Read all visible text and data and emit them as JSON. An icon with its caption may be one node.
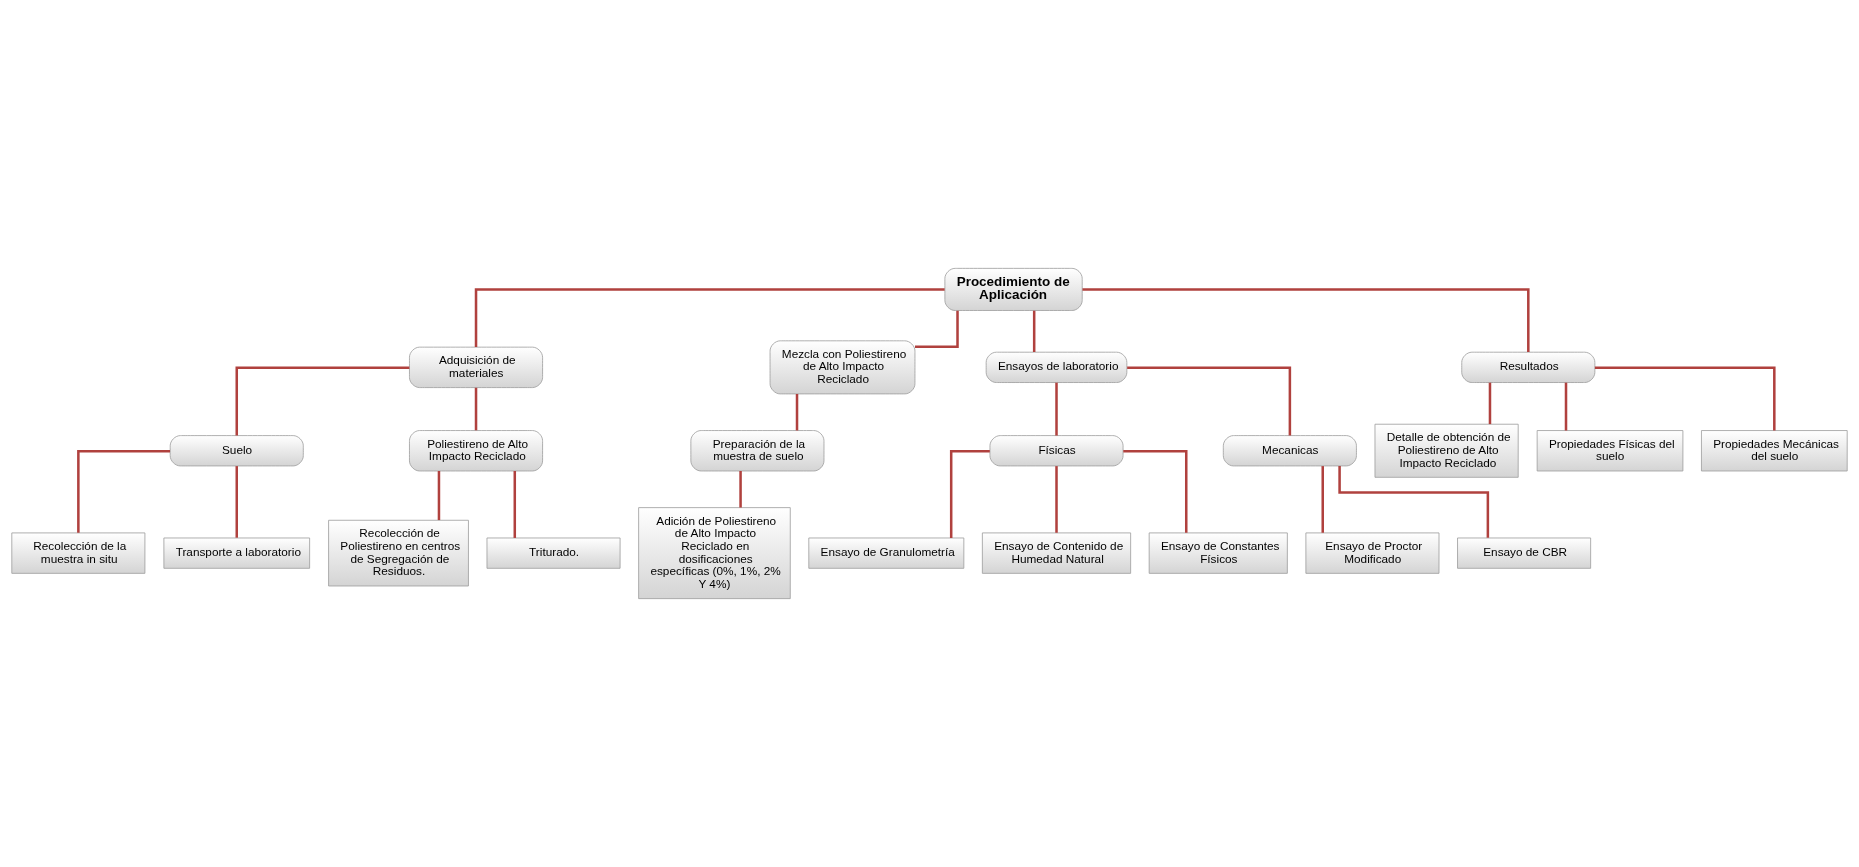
{
  "diagram": {
    "nodes": [
      {
        "text": [
          "Procedimiento de Aplicación"
        ]
      },
      {
        "text": [
          "Adquisición de materiales"
        ]
      },
      {
        "text": [
          "Mezcla con Poliestireno de Alto Impacto Reciclado"
        ]
      },
      {
        "text": [
          "Ensayos de laboratorio"
        ]
      },
      {
        "text": [
          "Resultados"
        ]
      },
      {
        "text": [
          "Suelo"
        ]
      },
      {
        "text": [
          "Poliestireno de Alto Impacto Reciclado"
        ]
      },
      {
        "text": [
          "Recolección de la muestra in situ"
        ]
      },
      {
        "text": [
          "Transporte a laboratorio"
        ]
      },
      {
        "text": [
          "Recolección de Poliestireno en centros de Segregación de Residuos."
        ]
      },
      {
        "text": [
          "Triturado."
        ]
      },
      {
        "text": [
          "Preparación de la muestra de suelo"
        ]
      },
      {
        "text": [
          "Adición de Poliestireno de Alto Impacto Reciclado en dosificaciones específicas (0%, 1%, 2% Y 4%)"
        ]
      },
      {
        "text": [
          "Físicas"
        ]
      },
      {
        "text": [
          "Mecanicas"
        ]
      },
      {
        "text": [
          "Ensayo de Granulometría"
        ]
      },
      {
        "text": [
          "Ensayo de Contenido de Humedad Natural"
        ]
      },
      {
        "text": [
          "Ensayo de Constantes Físicos"
        ]
      },
      {
        "text": [
          "Ensayo de Proctor Modificado"
        ]
      },
      {
        "text": [
          "Ensayo de CBR"
        ]
      },
      {
        "text": [
          "Detalle de obtención de Poliestireno de Alto Impacto Reciclado"
        ]
      },
      {
        "text": [
          "Propiedades Físicas del suelo"
        ]
      },
      {
        "text": [
          "Propiedades Mecánicas del suelo"
        ]
      }
    ],
    "edges": [
      {
        "from": 0,
        "to": 1,
        "arrow": "none"
      },
      {
        "from": 0,
        "to": 2,
        "arrow": "none"
      },
      {
        "from": 0,
        "to": 3,
        "arrow": "none"
      },
      {
        "from": 0,
        "to": 4,
        "arrow": "none"
      },
      {
        "from": 1,
        "to": 5,
        "arrow": "none"
      },
      {
        "from": 1,
        "to": 6,
        "arrow": "none"
      },
      {
        "from": 5,
        "to": 7,
        "arrow": "none"
      },
      {
        "from": 5,
        "to": 8,
        "arrow": "none"
      },
      {
        "from": 6,
        "to": 9,
        "arrow": "none"
      },
      {
        "from": 6,
        "to": 10,
        "arrow": "none"
      },
      {
        "from": 2,
        "to": 11,
        "arrow": "none"
      },
      {
        "from": 11,
        "to": 12,
        "arrow": "none"
      },
      {
        "from": 3,
        "to": 13,
        "arrow": "none"
      },
      {
        "from": 3,
        "to": 14,
        "arrow": "none"
      },
      {
        "from": 13,
        "to": 15,
        "arrow": "none"
      },
      {
        "from": 13,
        "to": 16,
        "arrow": "none"
      },
      {
        "from": 13,
        "to": 17,
        "arrow": "none"
      },
      {
        "from": 14,
        "to": 18,
        "arrow": "none"
      },
      {
        "from": 14,
        "to": 19,
        "arrow": "none"
      },
      {
        "from": 4,
        "to": 20,
        "arrow": "none"
      },
      {
        "from": 4,
        "to": 21,
        "arrow": "none"
      },
      {
        "from": 4,
        "to": 22,
        "arrow": "none"
      }
    ]
  }
}
